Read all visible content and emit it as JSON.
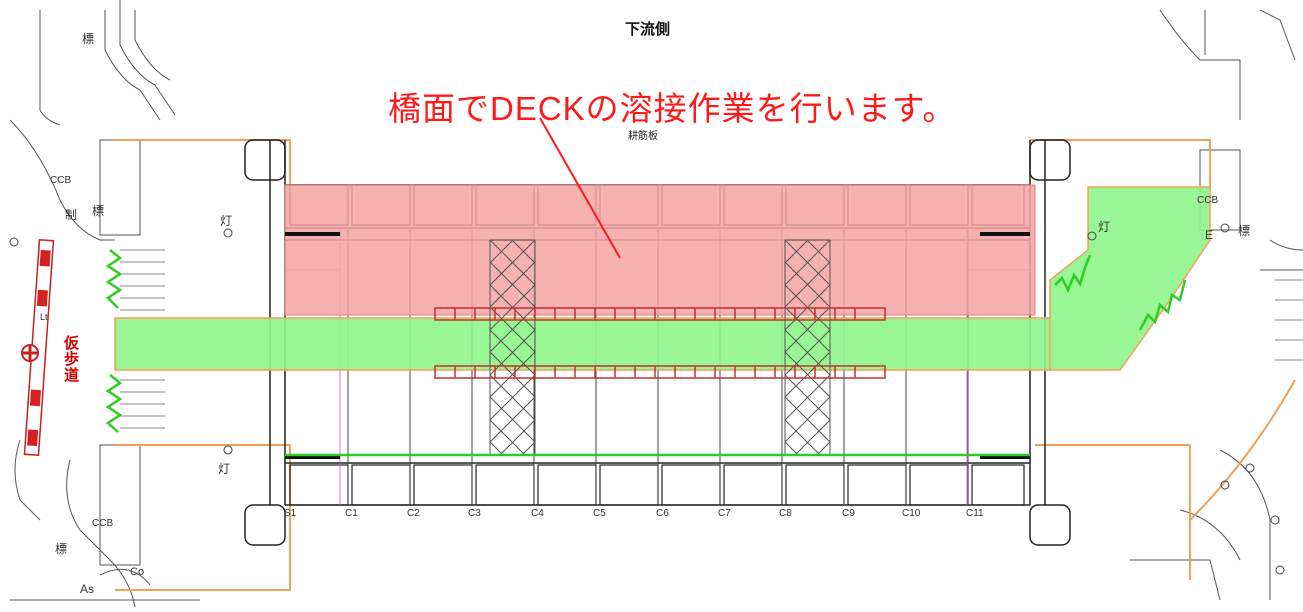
{
  "header": {
    "downstream_label": "下流側",
    "small_label": "耕筋板"
  },
  "annotation": {
    "text": "橋面でDECKの溶接作業を行います。"
  },
  "sidewalk_label": "仮歩道",
  "girder_labels": [
    "S1",
    "C1",
    "C2",
    "C3",
    "C4",
    "C5",
    "C6",
    "C7",
    "C8",
    "C9",
    "C10",
    "C11"
  ],
  "map_labels": {
    "ccb_left": "CCB",
    "ccb_bottom": "CCB",
    "ccb_right": "CCB",
    "seido": "制",
    "hyo_left": "標",
    "hyo_top": "標",
    "hyo_right": "標",
    "hyo_bottom": "標",
    "light_top": "灯",
    "light_bottom": "灯",
    "light_right": "灯",
    "asphalt": "As",
    "co": "Co",
    "e_mark": "E",
    "lt": "Lt"
  },
  "colors": {
    "work_zone": "#f4a3a3",
    "pedestrian_zone": "#8ef58a",
    "annotation_text": "#ff1a1a",
    "zigzag": "#2ecc23",
    "curb": "#f0a15c"
  }
}
